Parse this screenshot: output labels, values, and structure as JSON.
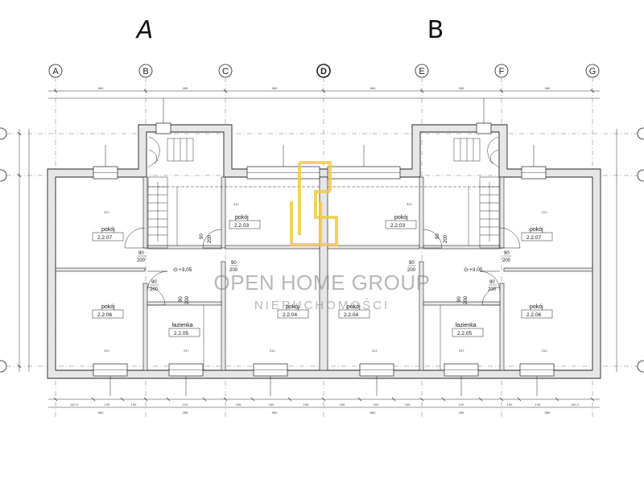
{
  "units": [
    {
      "label": "A"
    },
    {
      "label": "B"
    }
  ],
  "axes": [
    "A",
    "B",
    "C",
    "D",
    "E",
    "F",
    "G"
  ],
  "rooms": [
    {
      "name": "pokój",
      "number": "2.2.07"
    },
    {
      "name": "pokój",
      "number": "2.2.06"
    },
    {
      "name": "pokój",
      "number": "2.2.03"
    },
    {
      "name": "łazienka",
      "number": "2.2.05"
    },
    {
      "name": "pokój",
      "number": "2.2.04"
    },
    {
      "name": "pokój",
      "number": "2.2.03"
    },
    {
      "name": "pokój",
      "number": "2.2.04"
    },
    {
      "name": "łazienka",
      "number": "2.2.05"
    },
    {
      "name": "pokój",
      "number": "2.2.07"
    },
    {
      "name": "pokój",
      "number": "2.2.06"
    }
  ],
  "doors": [
    {
      "width": "90",
      "height": "200"
    },
    {
      "width": "90",
      "height": "200"
    },
    {
      "width": "90",
      "height": "200"
    },
    {
      "width": "90",
      "height": "200"
    },
    {
      "width": "90",
      "height": "200"
    },
    {
      "width": "90",
      "height": "200"
    },
    {
      "width": "90",
      "height": "200"
    },
    {
      "width": "90",
      "height": "200"
    },
    {
      "width": "90",
      "height": "200"
    },
    {
      "width": "90",
      "height": "200"
    }
  ],
  "levels": [
    "+3,05",
    "+3,05"
  ],
  "watermark": {
    "name": "OPEN HOME GROUP",
    "sub": "NIERUCHOMOŚCI",
    "brand_color": "#f2c94c"
  },
  "colors": {
    "line": "#222222",
    "wall_fill": "#e6e6e6"
  }
}
